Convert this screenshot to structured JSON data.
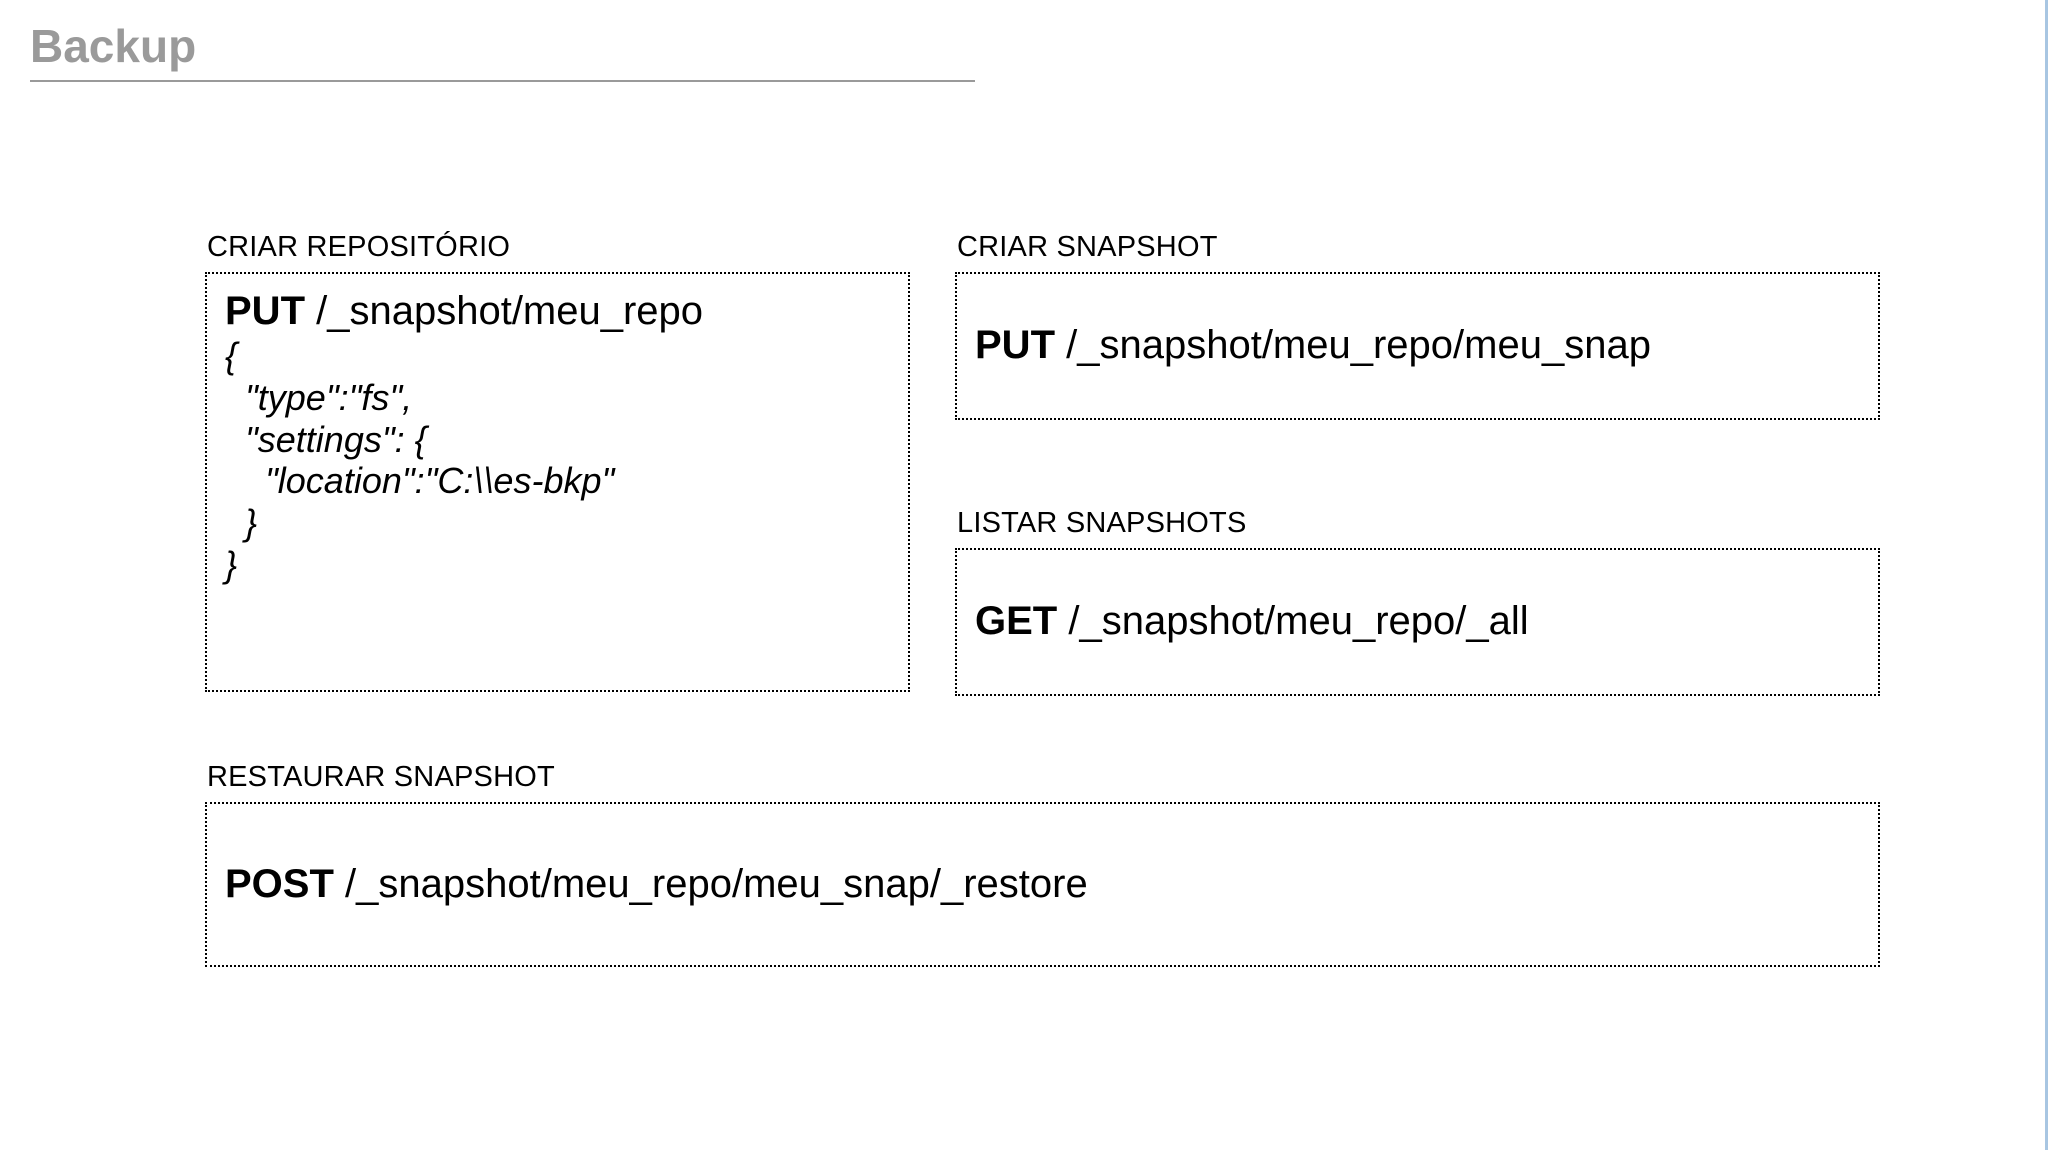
{
  "slide": {
    "title": "Backup"
  },
  "cards": [
    {
      "id": "criar-repositorio",
      "label": "CRIAR REPOSITÓRIO",
      "verb": "PUT",
      "path": " /_snapshot/meu_repo",
      "body": "{\n  \"type\":\"fs\",\n  \"settings\": {\n    \"location\":\"C:\\\\es-bkp\"\n  }\n}"
    },
    {
      "id": "criar-snapshot",
      "label": "CRIAR SNAPSHOT",
      "verb": "PUT",
      "path": " /_snapshot/meu_repo/meu_snap",
      "body": ""
    },
    {
      "id": "listar-snapshots",
      "label": "LISTAR SNAPSHOTS",
      "verb": "GET",
      "path": " /_snapshot/meu_repo/_all",
      "body": ""
    },
    {
      "id": "restaurar-snapshot",
      "label": "RESTAURAR SNAPSHOT",
      "verb": "POST",
      "path": " /_snapshot/meu_repo/meu_snap/_restore",
      "body": ""
    }
  ],
  "colors": {
    "title_gray": "#9a9a9a",
    "text_black": "#000000",
    "page_background": "#ffffff",
    "right_edge_blue": "#a8c6e2"
  }
}
